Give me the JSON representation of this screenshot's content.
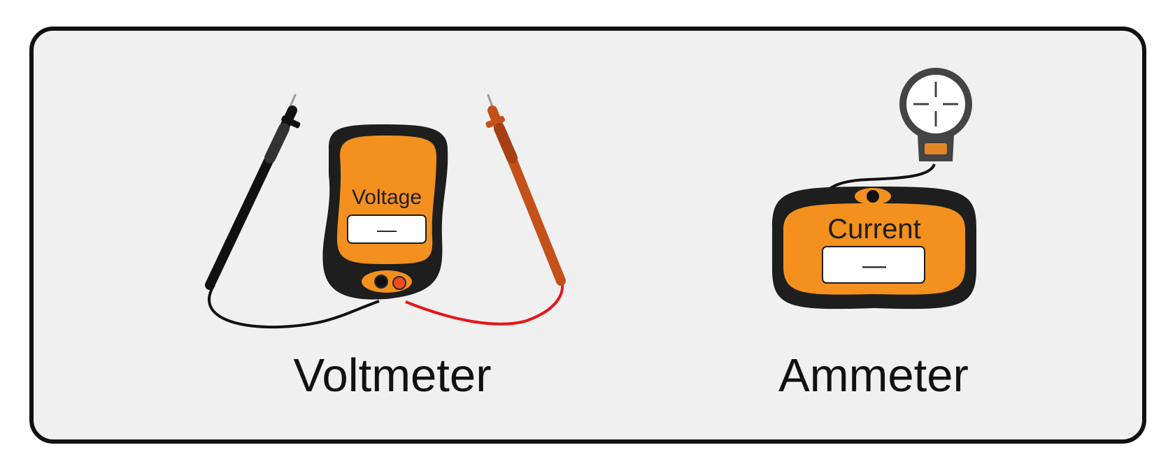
{
  "colors": {
    "panel_background": "#f0f0f0",
    "panel_border": "#111111",
    "meter_body": "#1e1e1e",
    "meter_face": "#f3901e",
    "black_probe": "#111111",
    "red_probe": "#c4501a",
    "red_lead": "#e81414"
  },
  "voltmeter": {
    "caption": "Voltmeter",
    "display_label": "Voltage",
    "display_value": "—",
    "icon": "multimeter-with-probes-icon"
  },
  "ammeter": {
    "caption": "Ammeter",
    "display_label": "Current",
    "display_value": "—",
    "icon": "clamp-meter-icon"
  }
}
